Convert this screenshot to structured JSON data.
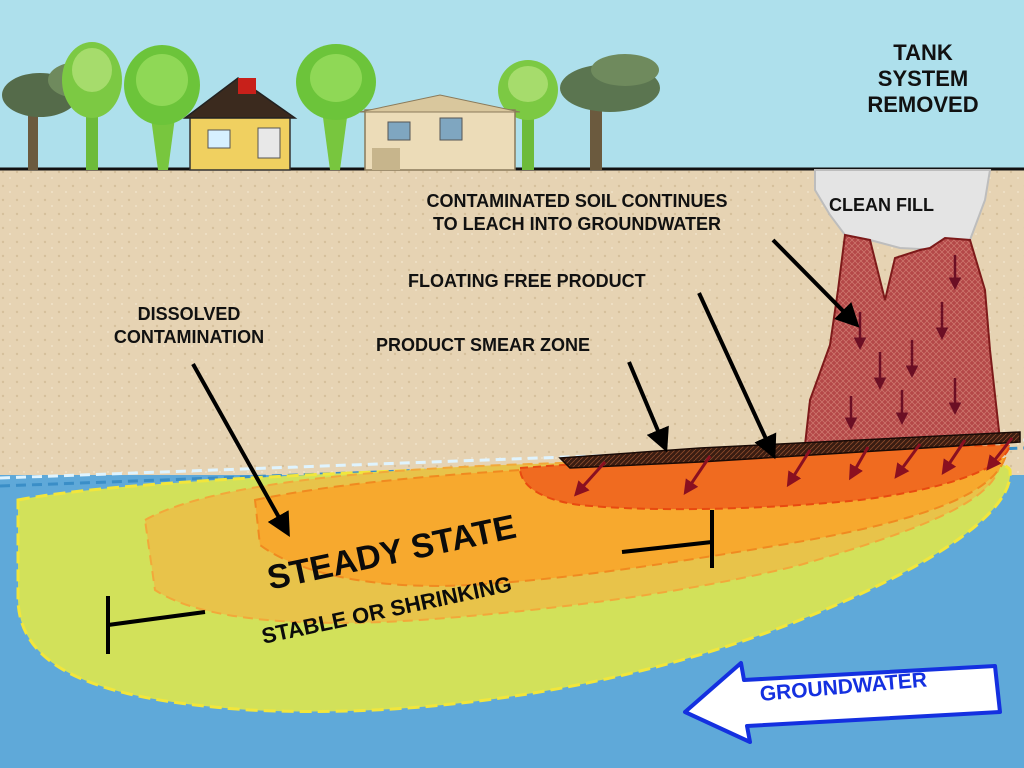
{
  "labels": {
    "tank_line1": "TANK",
    "tank_line2": "SYSTEM",
    "tank_line3": "REMOVED",
    "clean_fill": "CLEAN  FILL",
    "contaminated_line1": "CONTAMINATED  SOIL  CONTINUES",
    "contaminated_line2": "TO LEACH INTO  GROUNDWATER",
    "floating_free_product": "FLOATING  FREE  PRODUCT",
    "dissolved_line1": "DISSOLVED",
    "dissolved_line2": "CONTAMINATION",
    "product_smear_zone": "PRODUCT  SMEAR  ZONE",
    "steady_state": "STEADY STATE",
    "stable_or_shrinking": "STABLE  OR  SHRINKING",
    "groundwater": "GROUNDWATER"
  },
  "colors": {
    "sky": "#aee0ec",
    "soil": "#e6d3b3",
    "groundwater": "#5fa9d9",
    "dissolved_plume": "#d2e15a",
    "plume_outline": "#f2e63c",
    "inner_plume": "#f7a92e",
    "free_product": "#f06b20",
    "smear_zone": "#3a1d12",
    "contaminated_soil": "#b44848",
    "clean_fill": "#e4e4e4",
    "arrow_outline": "#1430e0",
    "leach_arrow": "#6b0f24"
  }
}
